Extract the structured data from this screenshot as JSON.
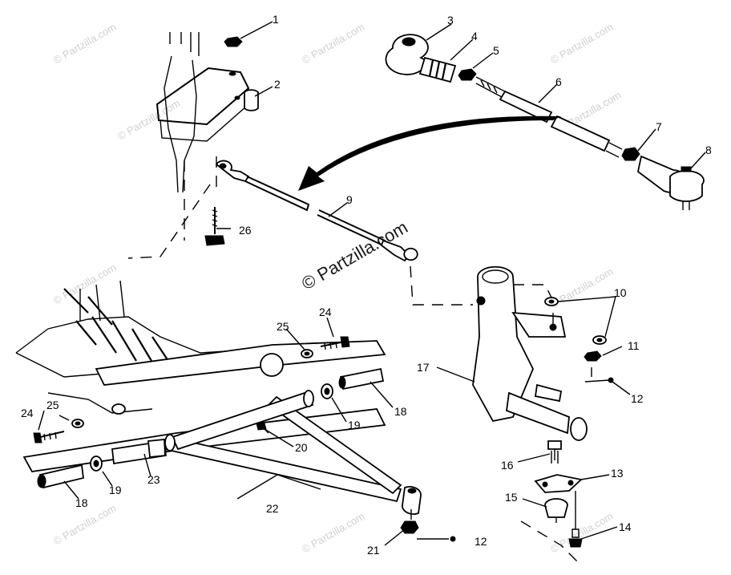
{
  "watermark": {
    "main": "© Partzilla.com",
    "tile": "© Partzilla.com"
  },
  "callouts": {
    "c1": "1",
    "c2": "2",
    "c3": "3",
    "c4": "4",
    "c5": "5",
    "c6": "6",
    "c7": "7",
    "c8": "8",
    "c9": "9",
    "c10": "10",
    "c11": "11",
    "c12a": "12",
    "c12b": "12",
    "c13": "13",
    "c14": "14",
    "c15": "15",
    "c16": "16",
    "c17": "17",
    "c18a": "18",
    "c18b": "18",
    "c19a": "19",
    "c19b": "19",
    "c20": "20",
    "c21": "21",
    "c22": "22",
    "c23": "23",
    "c24a": "24",
    "c24b": "24",
    "c25a": "25",
    "c25b": "25",
    "c26": "26"
  }
}
